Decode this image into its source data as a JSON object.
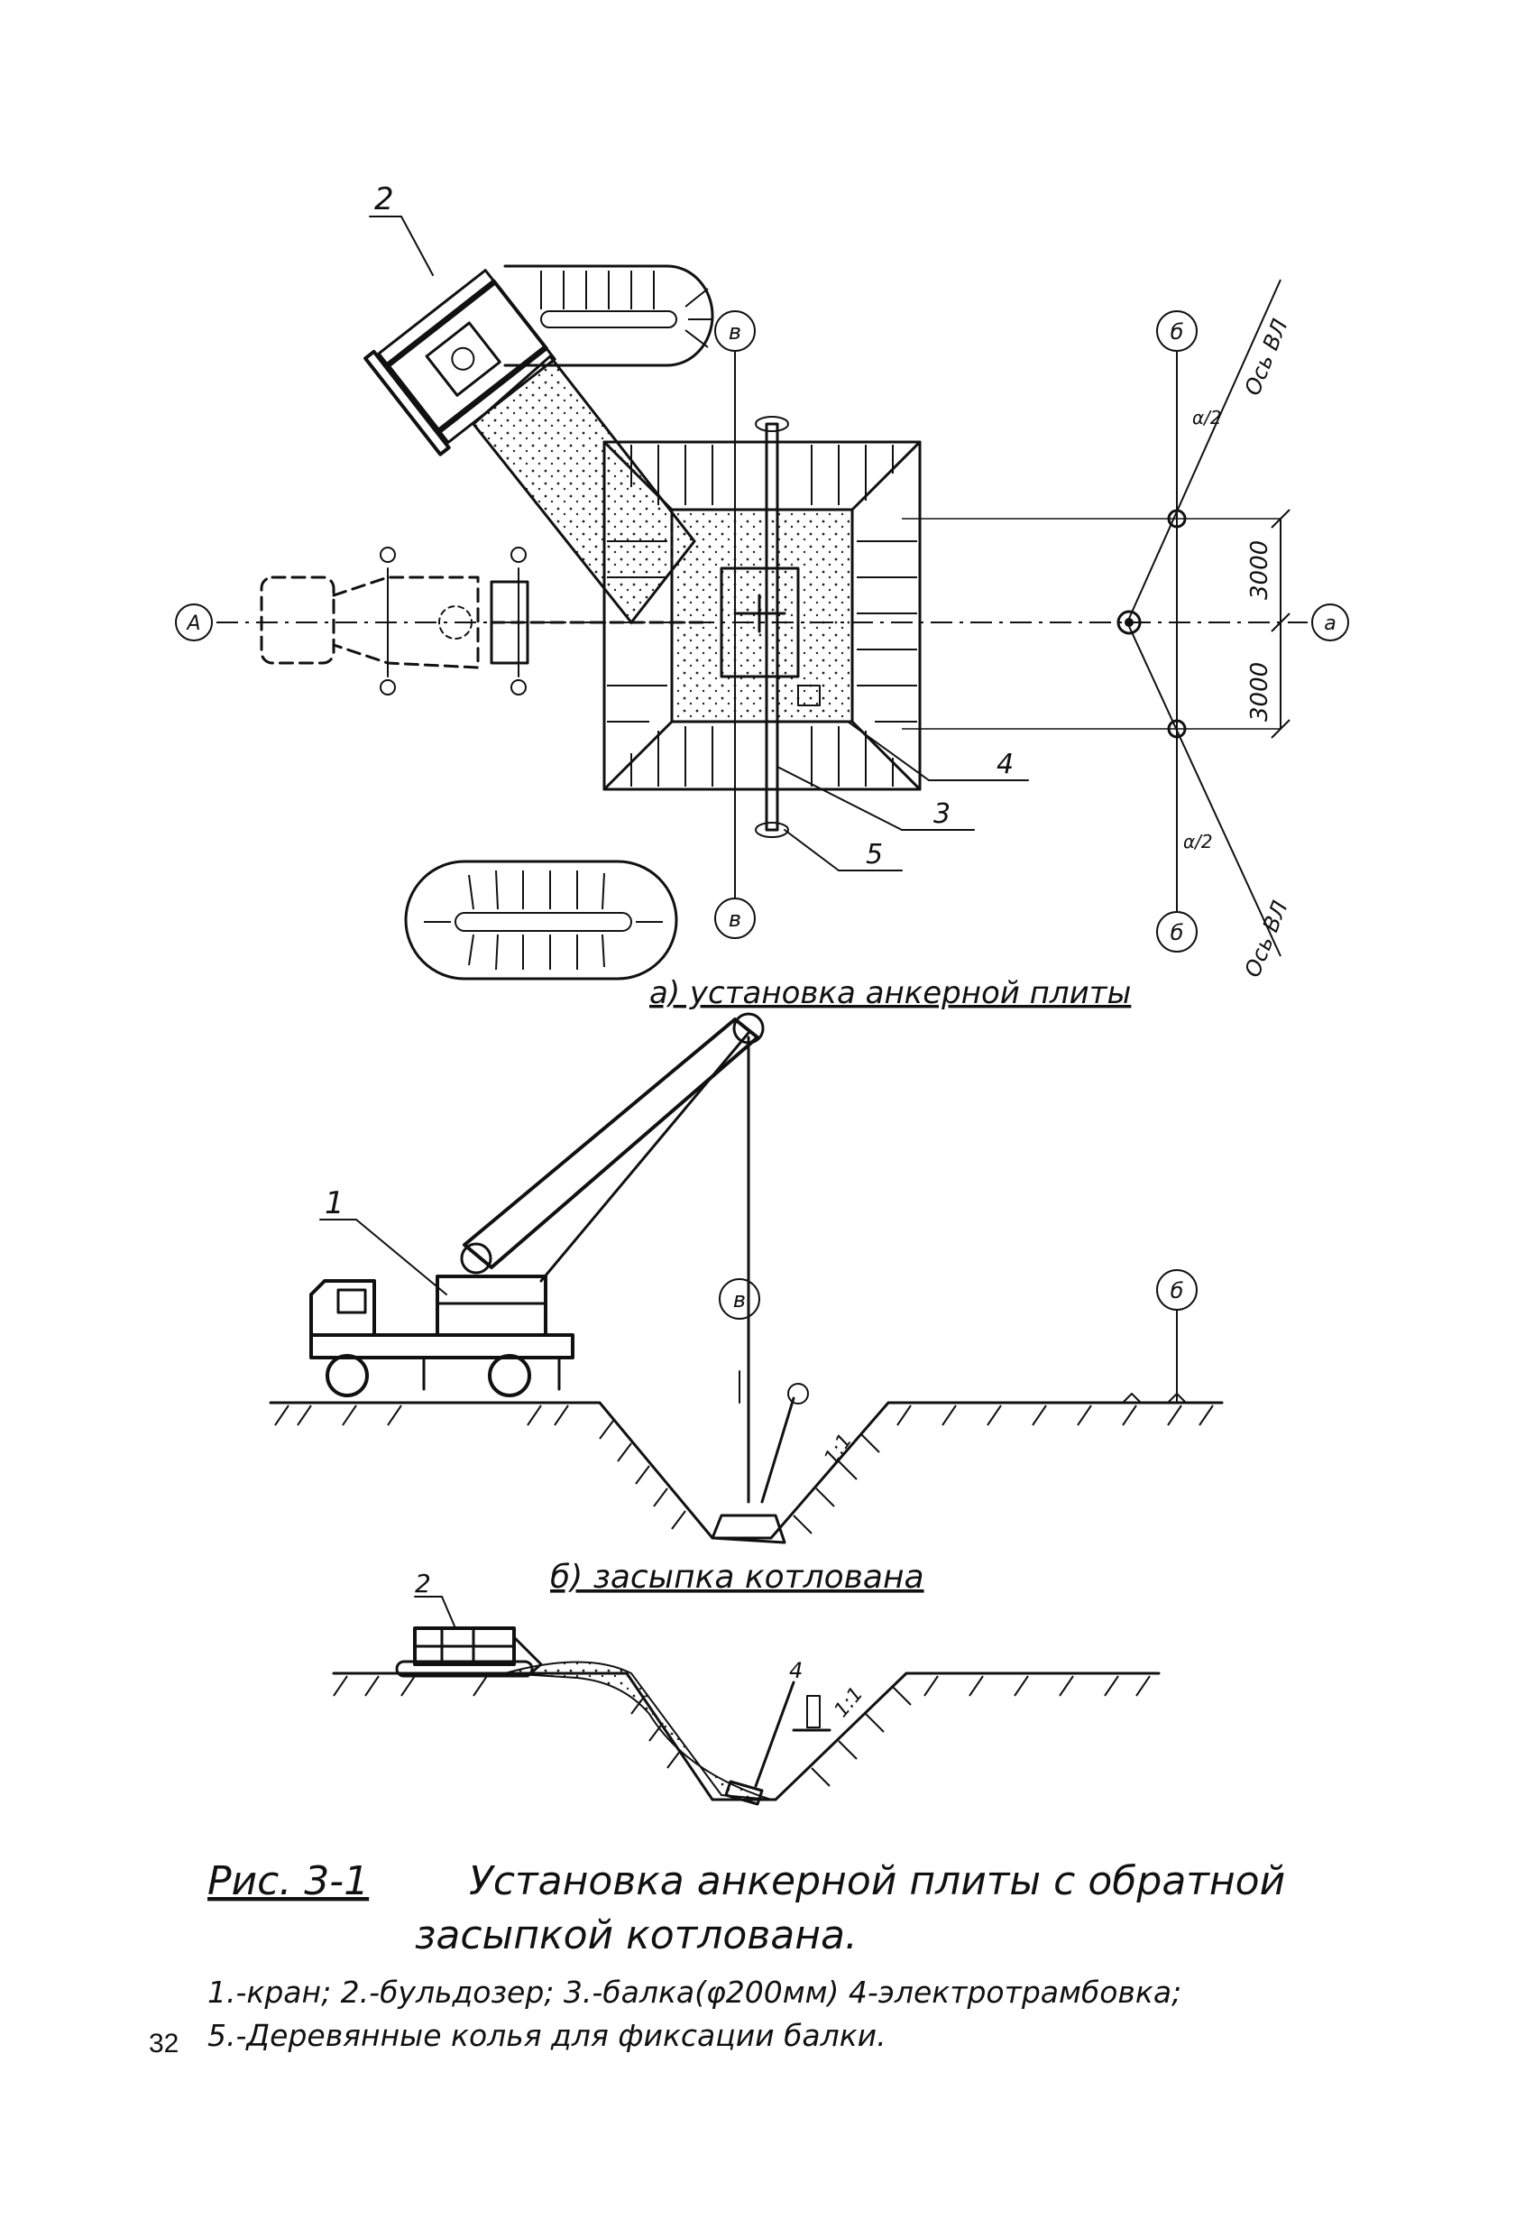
{
  "plan": {
    "axis_a_left": "А",
    "axis_a_right": "а",
    "axis_v_top": "в",
    "axis_v_bottom": "в",
    "axis_b_top": "б",
    "axis_b_bottom": "б",
    "dim_upper": "3000",
    "dim_lower": "3000",
    "vl_axis_top": "Ось ВЛ",
    "vl_axis_bottom": "Ось ВЛ",
    "angle_top": "α/2",
    "angle_bottom": "α/2",
    "callout_2": "2",
    "callout_3": "3",
    "callout_4": "4",
    "callout_5": "5",
    "caption": "а) установка анкерной плиты"
  },
  "section_b": {
    "callout_1": "1",
    "axis_v": "в",
    "axis_b": "б",
    "slope": "1:1",
    "caption": "б) засыпка котлована"
  },
  "section_c": {
    "callout_2": "2",
    "callout_4": "4",
    "slope": "1:1"
  },
  "figure": {
    "label": "Рис. 3-1",
    "title_line1": "Установка анкерной плиты с обратной",
    "title_line2": "засыпкой котлована.",
    "legend_line1": "1.-кран; 2.-бульдозер; 3.-балка(φ200мм) 4-электротрамбовка;",
    "legend_line2": "5.-Деревянные колья для фиксации балки."
  },
  "page_number": "32"
}
